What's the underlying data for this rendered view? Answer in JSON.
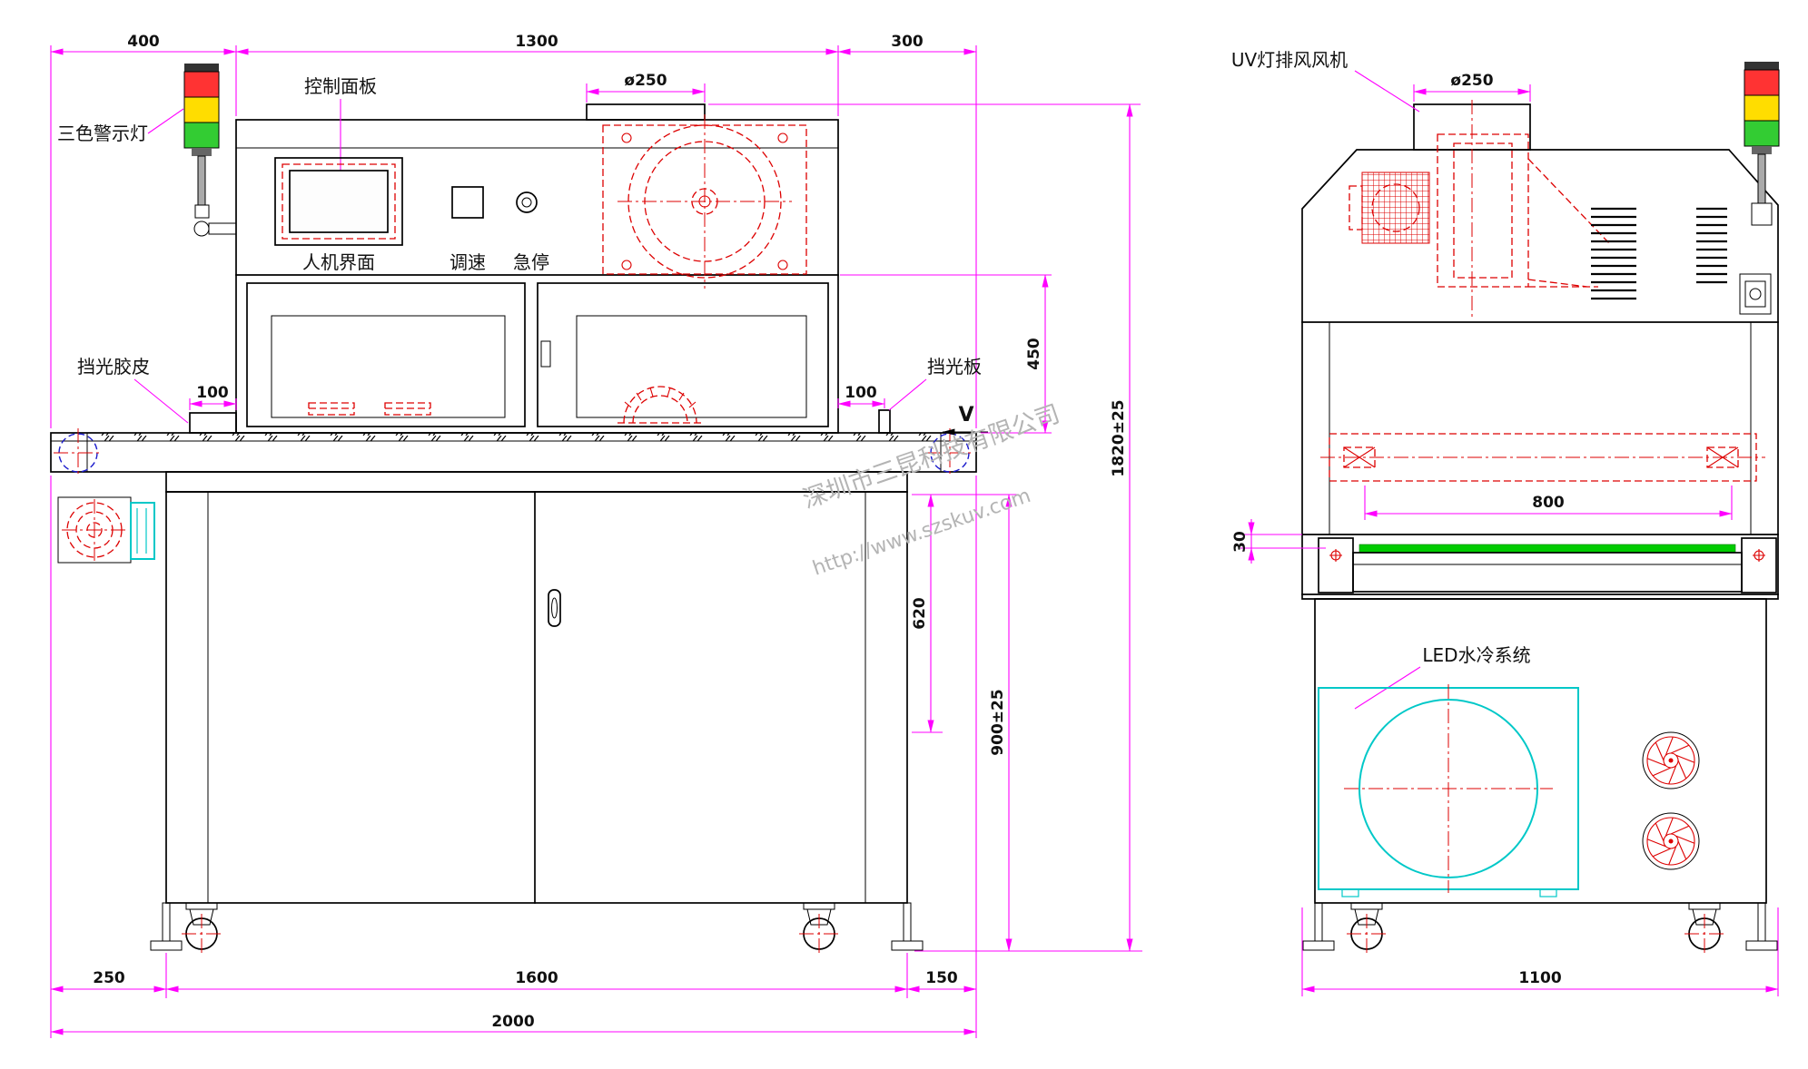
{
  "watermark": {
    "company": "深圳市三昆科技有限公司",
    "url": "http://www.szskuv.com"
  },
  "colors": {
    "dimension": "#ff00ff",
    "outline": "#000000",
    "hidden_detail": "#dd0000",
    "cooling": "#00c8c8",
    "belt": "#00cc00",
    "roller": "#1a1acc",
    "light_red": "#ff3333",
    "light_yellow": "#ffdd00",
    "light_green": "#33cc33"
  },
  "front_view": {
    "labels": {
      "warning_light": "三色警示灯",
      "control_panel": "控制面板",
      "hmi": "人机界面",
      "speed": "调速",
      "estop": "急停",
      "light_block_rubber": "挡光胶皮",
      "light_block_plate": "挡光板",
      "direction": "V"
    },
    "dims": {
      "top_left": "400",
      "top_mid": "1300",
      "top_right": "300",
      "duct_dia": "ø250",
      "rubber_off": "100",
      "plate_off": "100",
      "mid_h": "450",
      "lower_h": "620",
      "table_h": "900±25",
      "total_h": "1820±25",
      "bot_left": "250",
      "bot_mid": "1600",
      "bot_right": "150",
      "total_w": "2000"
    }
  },
  "side_view": {
    "labels": {
      "exhaust_fan": "UV灯排风风机",
      "water_cooling": "LED水冷系统"
    },
    "dims": {
      "duct_dia": "ø250",
      "lamp_w": "800",
      "gap": "30",
      "total_d": "1100"
    }
  }
}
